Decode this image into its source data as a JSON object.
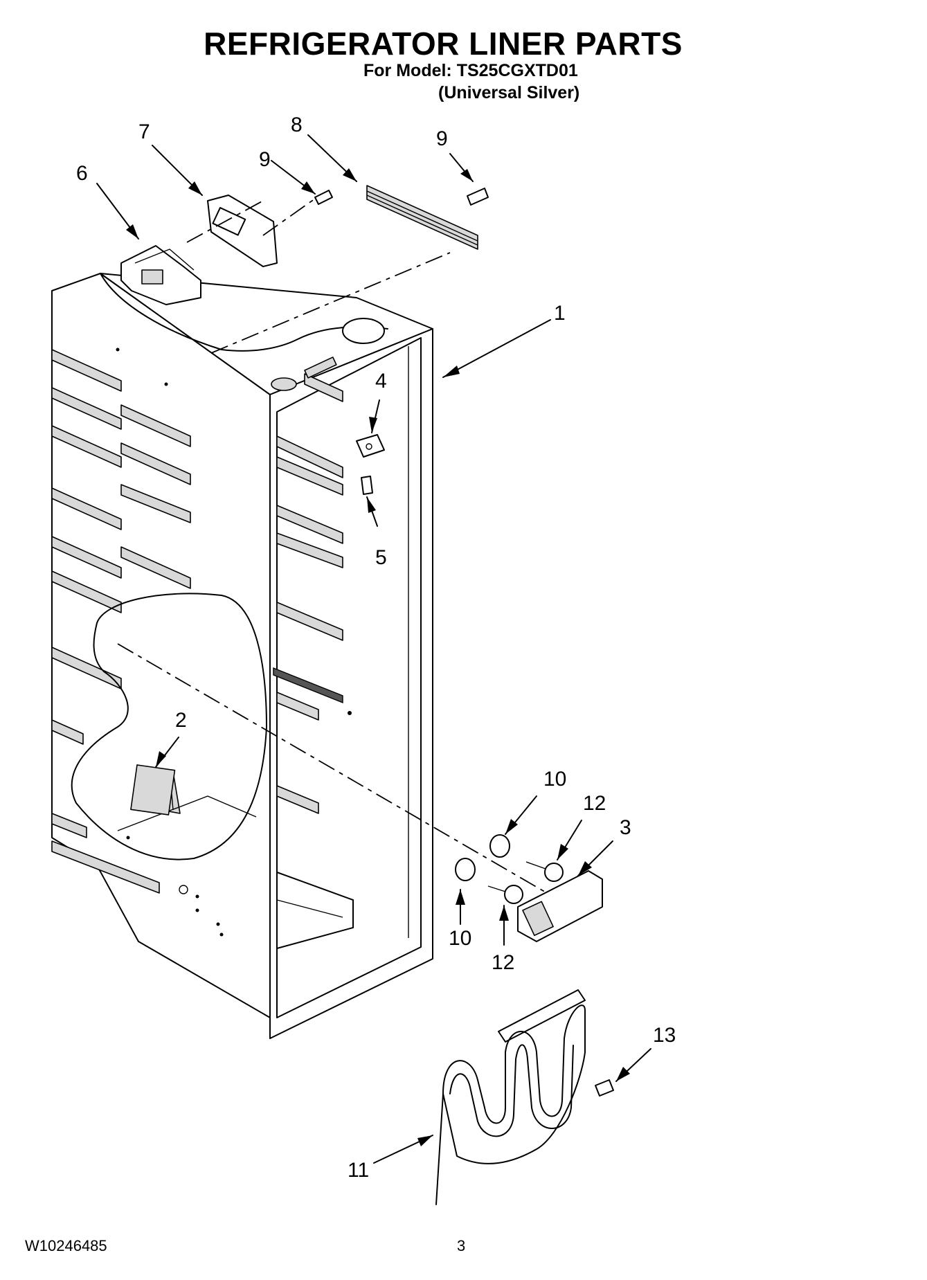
{
  "header": {
    "title": "REFRIGERATOR LINER PARTS",
    "model_line": "For Model: TS25CGXTD01",
    "variant_line": "(Universal Silver)"
  },
  "callouts": {
    "c1": "1",
    "c2": "2",
    "c3": "3",
    "c4": "4",
    "c5": "5",
    "c6": "6",
    "c7": "7",
    "c8": "8",
    "c9a": "9",
    "c9b": "9",
    "c10a": "10",
    "c10b": "10",
    "c11": "11",
    "c12a": "12",
    "c12b": "12",
    "c13": "13"
  },
  "footer": {
    "doc_number": "W10246485",
    "page_number": "3"
  }
}
